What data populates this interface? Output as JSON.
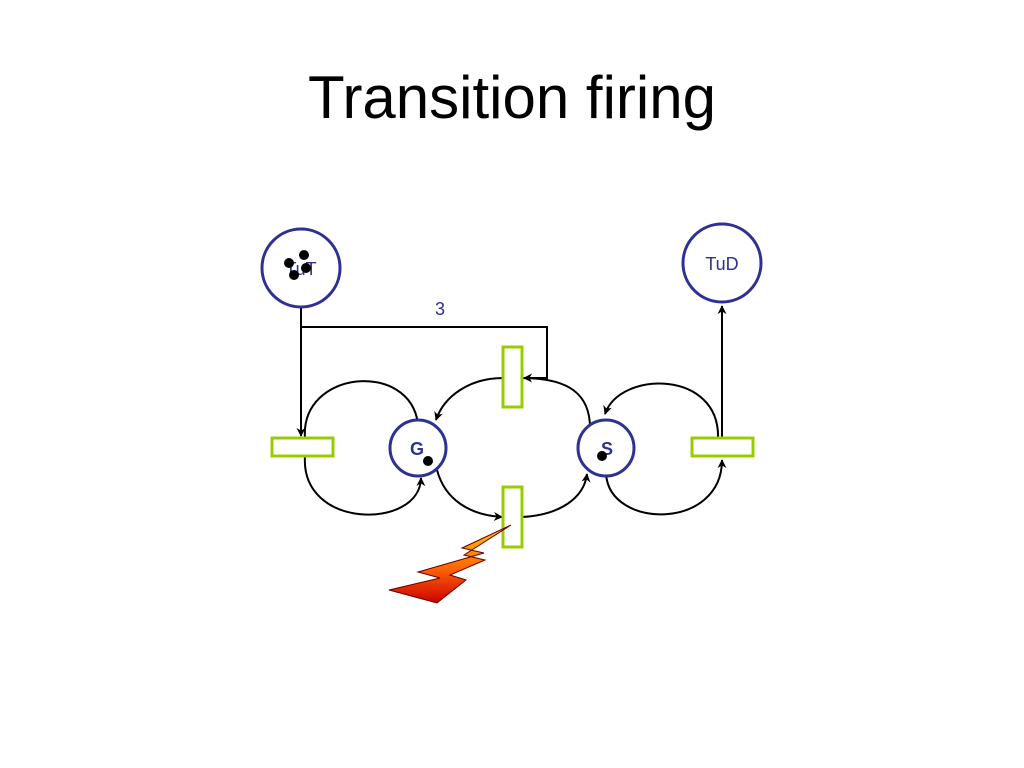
{
  "slide": {
    "title": "Transition firing"
  },
  "net": {
    "places": {
      "tut": {
        "label": "TuT",
        "tokens": 4
      },
      "tud": {
        "label": "TuD",
        "tokens": 0
      },
      "g": {
        "label": "G",
        "tokens": 1
      },
      "s": {
        "label": "S",
        "tokens": 1
      }
    },
    "arc_weight": "3",
    "colors": {
      "place_stroke": "#2e3192",
      "transition_stroke": "#99cc00",
      "arc": "#000000",
      "lightning_top": "#ffcc00",
      "lightning_bottom": "#cc0000"
    },
    "icons": [
      "lightning-icon"
    ]
  }
}
